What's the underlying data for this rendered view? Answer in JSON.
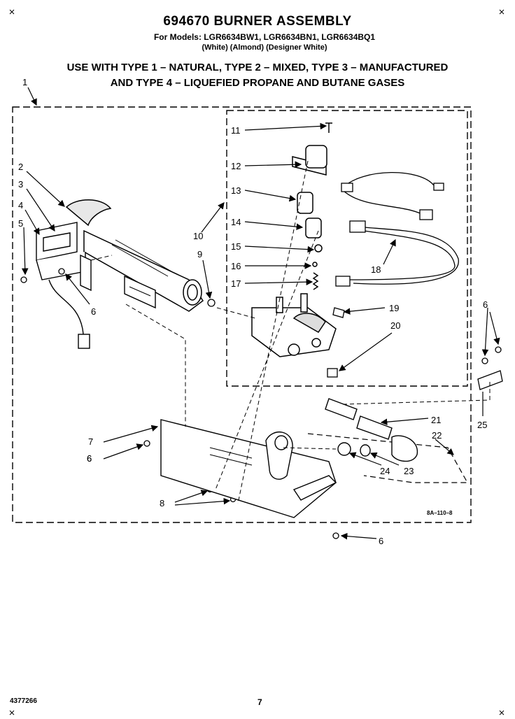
{
  "header": {
    "title": "694670 BURNER ASSEMBLY",
    "models": "For Models: LGR6634BW1, LGR6634BN1, LGR6634BQ1",
    "colors": "(White)      (Almond)  (Designer White)",
    "gas_line1": "USE WITH TYPE 1 – NATURAL, TYPE 2 – MIXED, TYPE 3 – MANUFACTURED",
    "gas_line2": "AND TYPE 4 – LIQUEFIED PROPANE AND BUTANE GASES"
  },
  "callouts": [
    "1",
    "2",
    "3",
    "4",
    "5",
    "6",
    "6",
    "6",
    "6",
    "7",
    "6",
    "8",
    "9",
    "10",
    "11",
    "12",
    "13",
    "14",
    "15",
    "16",
    "17",
    "18",
    "19",
    "20",
    "21",
    "22",
    "23",
    "24",
    "25"
  ],
  "figure_code": "8A–110–8",
  "footer": {
    "doc_number": "4377266",
    "page": "7"
  }
}
